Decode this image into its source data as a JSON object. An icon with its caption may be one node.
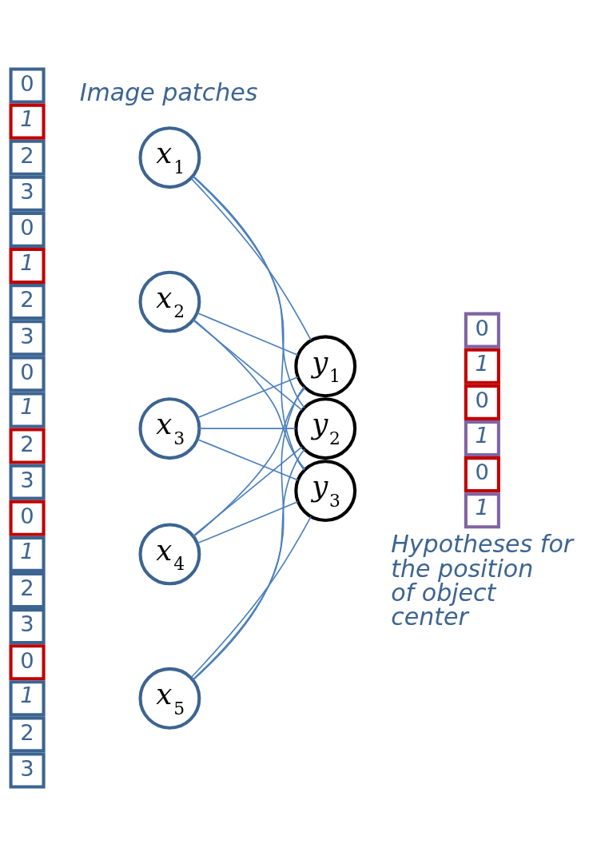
{
  "diagram": {
    "nodes": [
      {
        "text": [
          "*x*$_{1}$"
        ]
      },
      {
        "text": [
          "*x*$_{2}$"
        ]
      },
      {
        "text": [
          "*x*$_{3}$"
        ]
      },
      {
        "text": [
          "*x*$_{4}$"
        ]
      },
      {
        "text": [
          "*x*$_{5}$"
        ]
      },
      {
        "text": [
          "*y*$_{1}$"
        ]
      },
      {
        "text": [
          "*y*$_{2}$"
        ]
      },
      {
        "text": [
          "*y*$_{3}$"
        ]
      },
      {
        "text": [
          "0"
        ]
      },
      {
        "text": [
          "1"
        ]
      },
      {
        "text": [
          "2"
        ]
      },
      {
        "text": [
          "3"
        ]
      },
      {
        "text": [
          "0"
        ]
      },
      {
        "text": [
          "1"
        ]
      },
      {
        "text": [
          "2"
        ]
      },
      {
        "text": [
          "3"
        ]
      },
      {
        "text": [
          "0"
        ]
      },
      {
        "text": [
          "1"
        ]
      },
      {
        "text": [
          "2"
        ]
      },
      {
        "text": [
          "3"
        ]
      },
      {
        "text": [
          "0"
        ]
      },
      {
        "text": [
          "1"
        ]
      },
      {
        "text": [
          "2"
        ]
      },
      {
        "text": [
          "3"
        ]
      },
      {
        "text": [
          "0"
        ]
      },
      {
        "text": [
          "1"
        ]
      },
      {
        "text": [
          "2"
        ]
      },
      {
        "text": [
          "3"
        ]
      },
      {
        "text": [
          "0"
        ]
      },
      {
        "text": [
          "1"
        ]
      },
      {
        "text": [
          "0"
        ]
      },
      {
        "text": [
          "1"
        ]
      },
      {
        "text": [
          "0"
        ]
      },
      {
        "text": [
          "1"
        ]
      }
    ],
    "edges": [
      {
        "from": 0,
        "to": 5,
        "arrow": "none"
      },
      {
        "from": 0,
        "to": 6,
        "arrow": "none"
      },
      {
        "from": 0,
        "to": 7,
        "arrow": "none"
      },
      {
        "from": 1,
        "to": 5,
        "arrow": "none"
      },
      {
        "from": 1,
        "to": 6,
        "arrow": "none"
      },
      {
        "from": 1,
        "to": 7,
        "arrow": "none"
      },
      {
        "from": 2,
        "to": 5,
        "arrow": "none"
      },
      {
        "from": 2,
        "to": 6,
        "arrow": "none"
      },
      {
        "from": 2,
        "to": 7,
        "arrow": "none"
      },
      {
        "from": 3,
        "to": 5,
        "arrow": "none"
      },
      {
        "from": 3,
        "to": 6,
        "arrow": "none"
      },
      {
        "from": 3,
        "to": 7,
        "arrow": "none"
      },
      {
        "from": 4,
        "to": 5,
        "arrow": "none"
      },
      {
        "from": 4,
        "to": 6,
        "arrow": "none"
      },
      {
        "from": 4,
        "to": 7,
        "arrow": "none"
      }
    ],
    "labels": [
      "Image patches",
      "Hypotheses for the position of object center"
    ]
  }
}
